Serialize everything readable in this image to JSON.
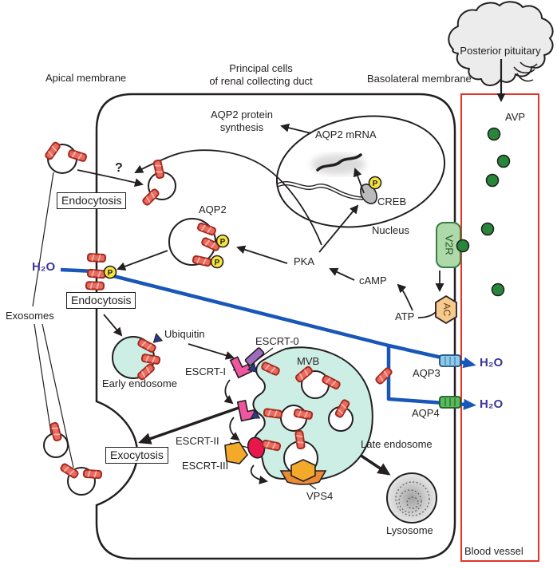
{
  "labels": {
    "apical_membrane": "Apical membrane",
    "principal1": "Principal cells",
    "principal2": "of renal collecting duct",
    "basolateral": "Basolateral membrane",
    "posterior_pituitary": "Posterior pituitary",
    "avp": "AVP",
    "blood_vessel": "Blood vessel",
    "synthesis1": "AQP2 protein",
    "synthesis2": "synthesis",
    "aqp2_mrna": "AQP2 mRNA",
    "creb": "CREB",
    "nucleus": "Nucleus",
    "aqp2": "AQP2",
    "pka": "PKA",
    "camp": "cAMP",
    "atp": "ATP",
    "v2r": "V2R",
    "ac": "AC",
    "h2o": "H₂O",
    "endocytosis": "Endocytosis",
    "exocytosis": "Exocytosis",
    "exosomes": "Exosomes",
    "ubiquitin": "Ubiquitin",
    "early_endosome": "Early endosome",
    "escrt0": "ESCRT-0",
    "escrt1": "ESCRT-I",
    "escrt2": "ESCRT-II",
    "escrt3": "ESCRT-III",
    "vps4": "VPS4",
    "mvb": "MVB",
    "late_endosome": "Late endosome",
    "lysosome": "Lysosome",
    "aqp3": "AQP3",
    "aqp4": "AQP4",
    "question": "?",
    "phospho": "P"
  },
  "colors": {
    "ink": "#231f20",
    "vessel_red": "#e63329",
    "water_blue": "#1857b8",
    "h2o_text": "#3b3798",
    "channel_red": "#e96a5f",
    "channel_border": "#a32a1f",
    "avp_green": "#27863a",
    "v2r_fill": "#aed9a8",
    "ac_fill": "#f8c98c",
    "endosome_teal": "#cdeee4",
    "escrt0_purple": "#9d6cbc",
    "escrt1_pink": "#f0569f",
    "escrt2_crimson": "#e8174b",
    "escrt3_orange": "#f3aa2b",
    "vps4_base_orange": "#ee8a33",
    "phospho_yellow": "#f7e63e",
    "ubiquitin_blue": "#2b3990",
    "brain_gray": "#ececec",
    "lysosome_gray": "#d6d6d6",
    "creb_gray": "#b9bbbd",
    "aqp3_fill": "#8ecae6",
    "aqp4_fill": "#5cb85c"
  }
}
